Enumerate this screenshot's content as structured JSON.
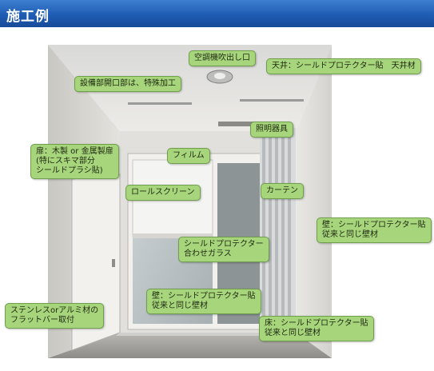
{
  "header": {
    "title": "施工例",
    "bg_color": "#1f5cb4"
  },
  "callouts": [
    {
      "id": "aircon",
      "text": "空調機吹出し口"
    },
    {
      "id": "ceiling",
      "text": "天井：シールドプロテクター貼　天井材"
    },
    {
      "id": "opening",
      "text": "設備部開口部は、特殊加工"
    },
    {
      "id": "lighting",
      "text": "照明器具"
    },
    {
      "id": "door",
      "text": "扉：木製 or 金属製扉\n(特にスキマ部分\nシールドプラシ貼)"
    },
    {
      "id": "film",
      "text": "フィルム"
    },
    {
      "id": "rollscreen",
      "text": "ロールスクリーン"
    },
    {
      "id": "curtain",
      "text": "カーテン"
    },
    {
      "id": "wall_right",
      "text": "壁：シールドプロテクター貼\n従来と同じ壁材"
    },
    {
      "id": "glass",
      "text": "シールドプロテクター\n合わせガラス"
    },
    {
      "id": "stainless",
      "text": "ステンレスorアルミ材の\nフラットバー取付"
    },
    {
      "id": "wall_center",
      "text": "壁：シールドプロテクター貼\n従来と同じ壁材"
    },
    {
      "id": "floor",
      "text": "床：シールドプロテクター貼\n従来と同じ壁材"
    }
  ]
}
